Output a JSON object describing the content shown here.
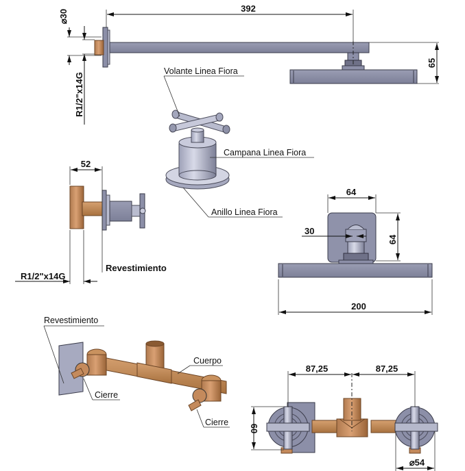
{
  "drawing": {
    "colors": {
      "metal": "#8c8fa8",
      "metal_light": "#b9bccf",
      "brass": "#c48a5c",
      "line": "#111111"
    },
    "shower_arm": {
      "dim_length": "392",
      "dim_diameter": "⌀30",
      "dim_thread": "R1/2\"x14G",
      "dim_height": "65"
    },
    "valve_handle": {
      "label_handle": "Volante Linea Fiora",
      "label_bell": "Campana Linea Fiora",
      "label_ring": "Anillo Linea Fiora"
    },
    "valve_side": {
      "dim_depth": "52",
      "dim_thread": "R1/2\"x14G",
      "label_finish": "Revestimiento"
    },
    "head_front": {
      "dim_plate_width": "64",
      "dim_plate_height": "64",
      "dim_connector": "30",
      "dim_head_width": "200"
    },
    "body_iso": {
      "label_finish": "Revestimiento",
      "label_body": "Cuerpo",
      "label_closure_1": "Cierre",
      "label_closure_2": "Cierre"
    },
    "body_front": {
      "dim_left_spacing": "87,25",
      "dim_right_spacing": "87,25",
      "dim_height": "60",
      "dim_diameter": "⌀54"
    }
  }
}
